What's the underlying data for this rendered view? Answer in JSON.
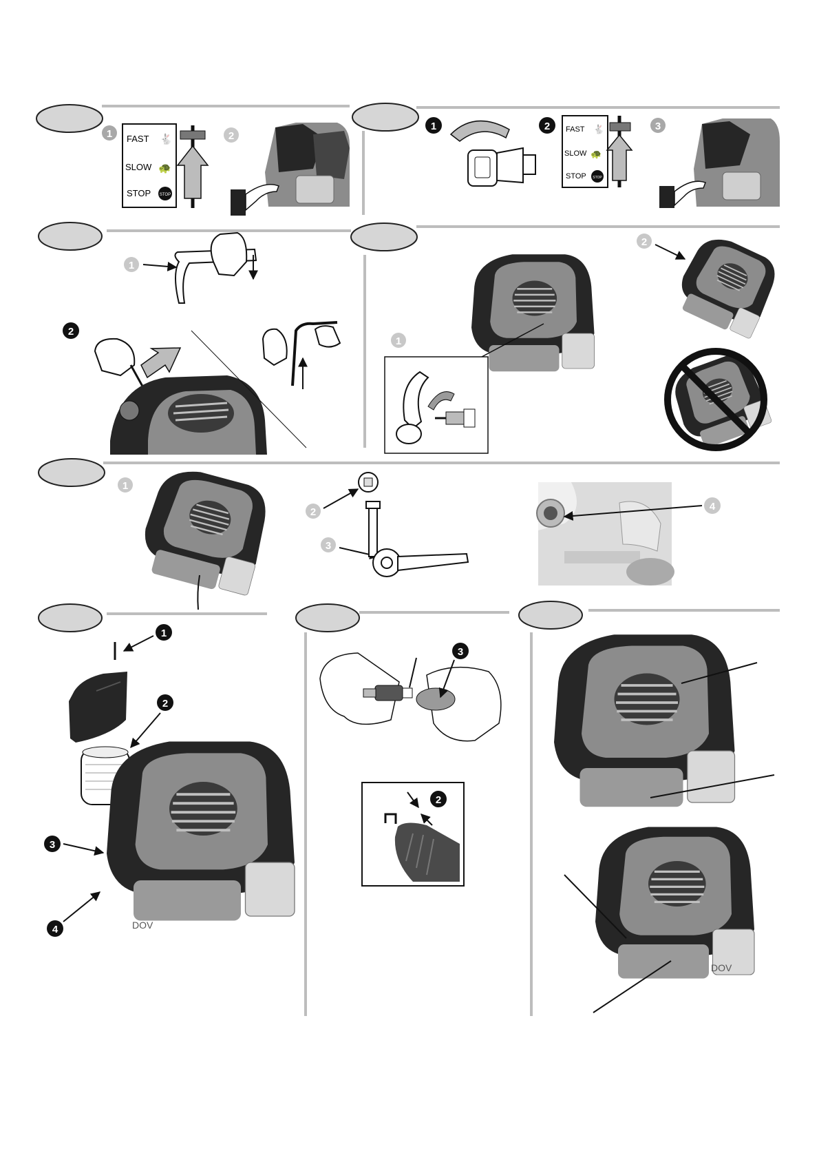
{
  "throttle_panel": {
    "fast": "FAST",
    "slow": "SLOW",
    "stop": "STOP",
    "stop_sign": "STOP"
  },
  "step_numbers": {
    "n1": "1",
    "n2": "2",
    "n3": "3",
    "n4": "4"
  },
  "engine_mark": "DOV",
  "colors": {
    "ink": "#1a1a1a",
    "header_oval": "#d6d6d6",
    "rule": "#bdbdbd",
    "engine_dark": "#262626",
    "engine_gray": "#8c8c8c",
    "callout_gray": "#a8a8a8"
  },
  "icons": [
    "rabbit-icon",
    "turtle-icon",
    "stop-sign-icon",
    "hand-icon",
    "arrow-icon",
    "wrench-icon",
    "spark-plug-icon",
    "air-filter-icon",
    "engine-illustration"
  ]
}
